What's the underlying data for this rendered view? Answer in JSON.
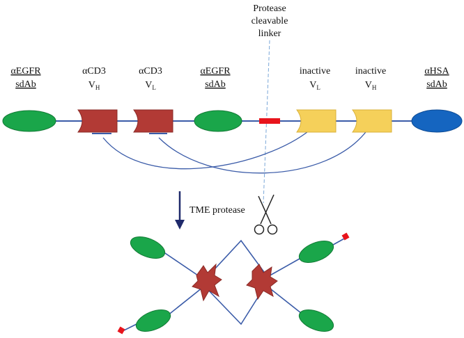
{
  "labels": {
    "protease_linker": [
      "Protease",
      "cleavable",
      "linker"
    ],
    "egfr1": [
      "αEGFR",
      "sdAb"
    ],
    "cd3_h": {
      "main": "αCD3",
      "v": "V",
      "sub": "H"
    },
    "cd3_l": {
      "main": "αCD3",
      "v": "V",
      "sub": "L"
    },
    "egfr2": [
      "αEGFR",
      "sdAb"
    ],
    "inactive_l": {
      "main": "inactive",
      "v": "V",
      "sub": "L"
    },
    "inactive_h": {
      "main": "inactive",
      "v": "V",
      "sub": "H"
    },
    "hsa": [
      "αHSA",
      "sdAb"
    ],
    "tme_protease": "TME protease"
  },
  "colors": {
    "egfr": "#1aa64a",
    "cd3": "#b23a35",
    "inactive": "#f5d05a",
    "hsa": "#1565c0",
    "linker": "#e8141c",
    "connector": "#3a5ba8",
    "arrow": "#1f2a6b"
  },
  "icons": {
    "cleavage": "scissors-icon",
    "step": "down-arrow-icon"
  }
}
